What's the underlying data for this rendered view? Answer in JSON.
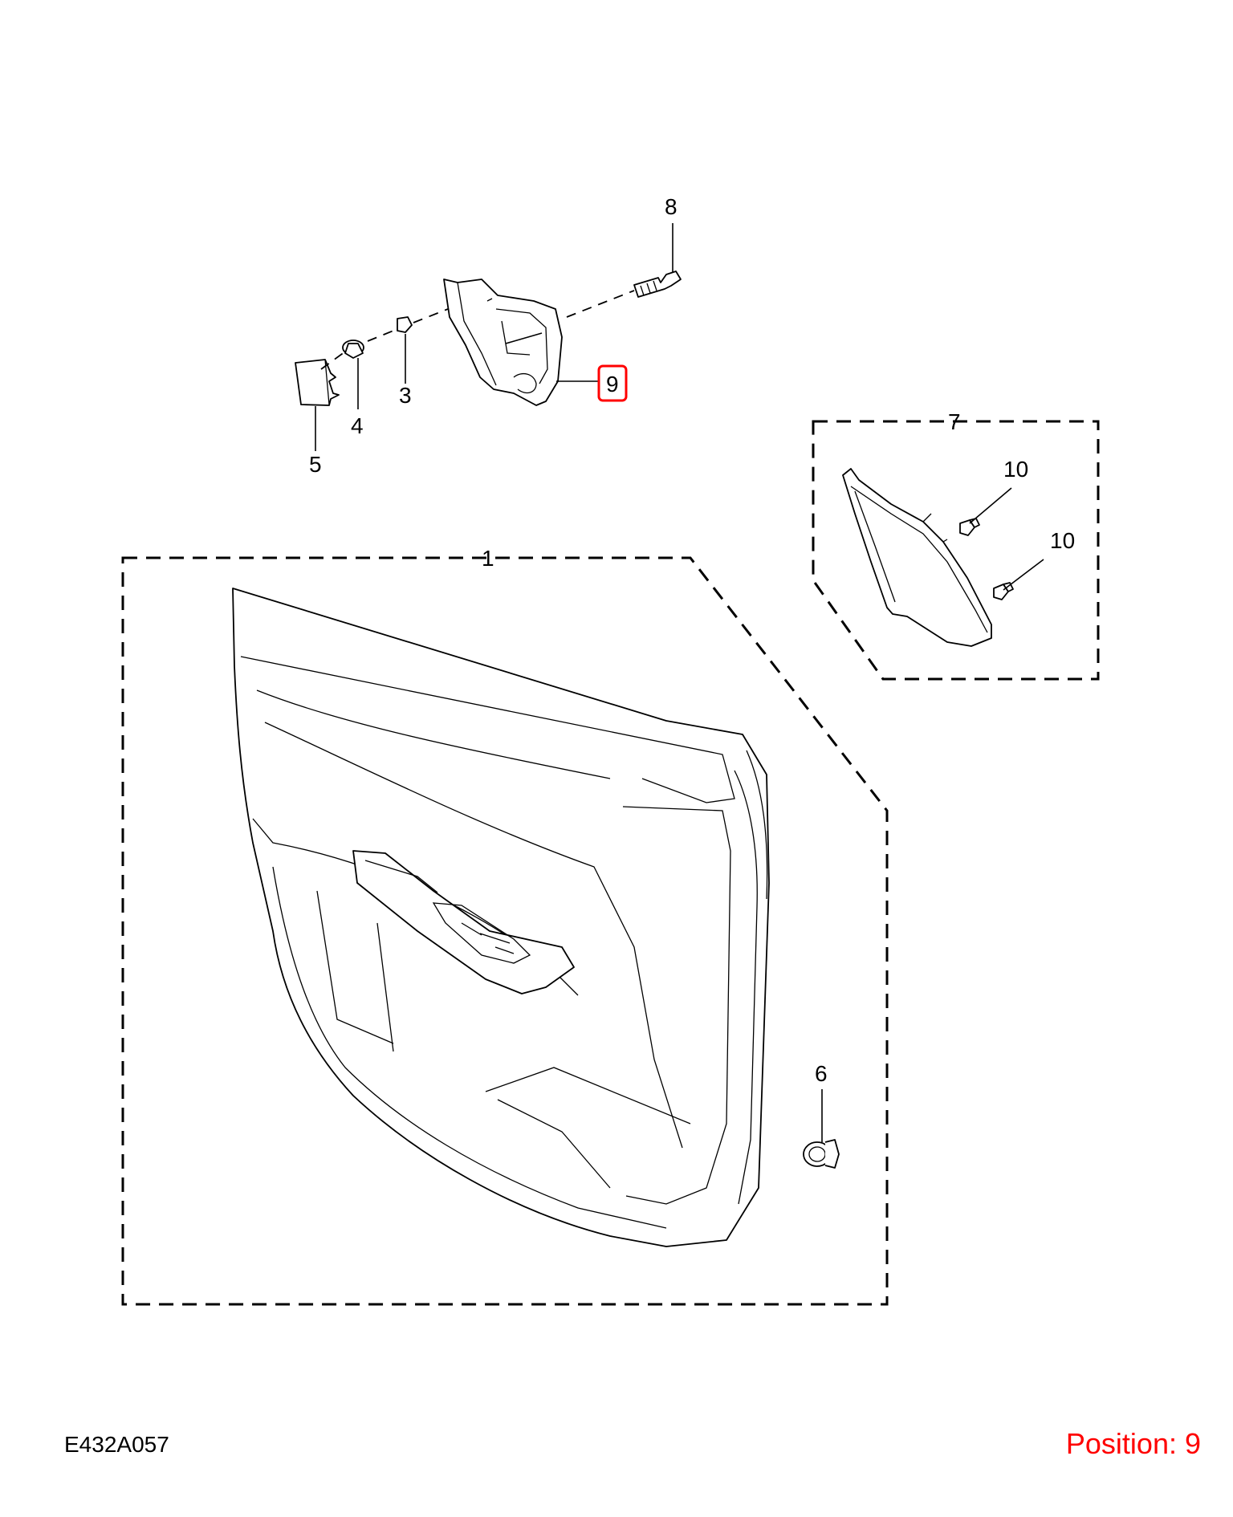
{
  "diagram": {
    "drawing_code": "E432A057",
    "position_label": "Position: 9",
    "highlight_color": "#ff0000",
    "callouts": {
      "c1": "1",
      "c3": "3",
      "c4": "4",
      "c5": "5",
      "c6": "6",
      "c7": "7",
      "c8": "8",
      "c9": "9",
      "c10a": "10",
      "c10b": "10"
    }
  }
}
